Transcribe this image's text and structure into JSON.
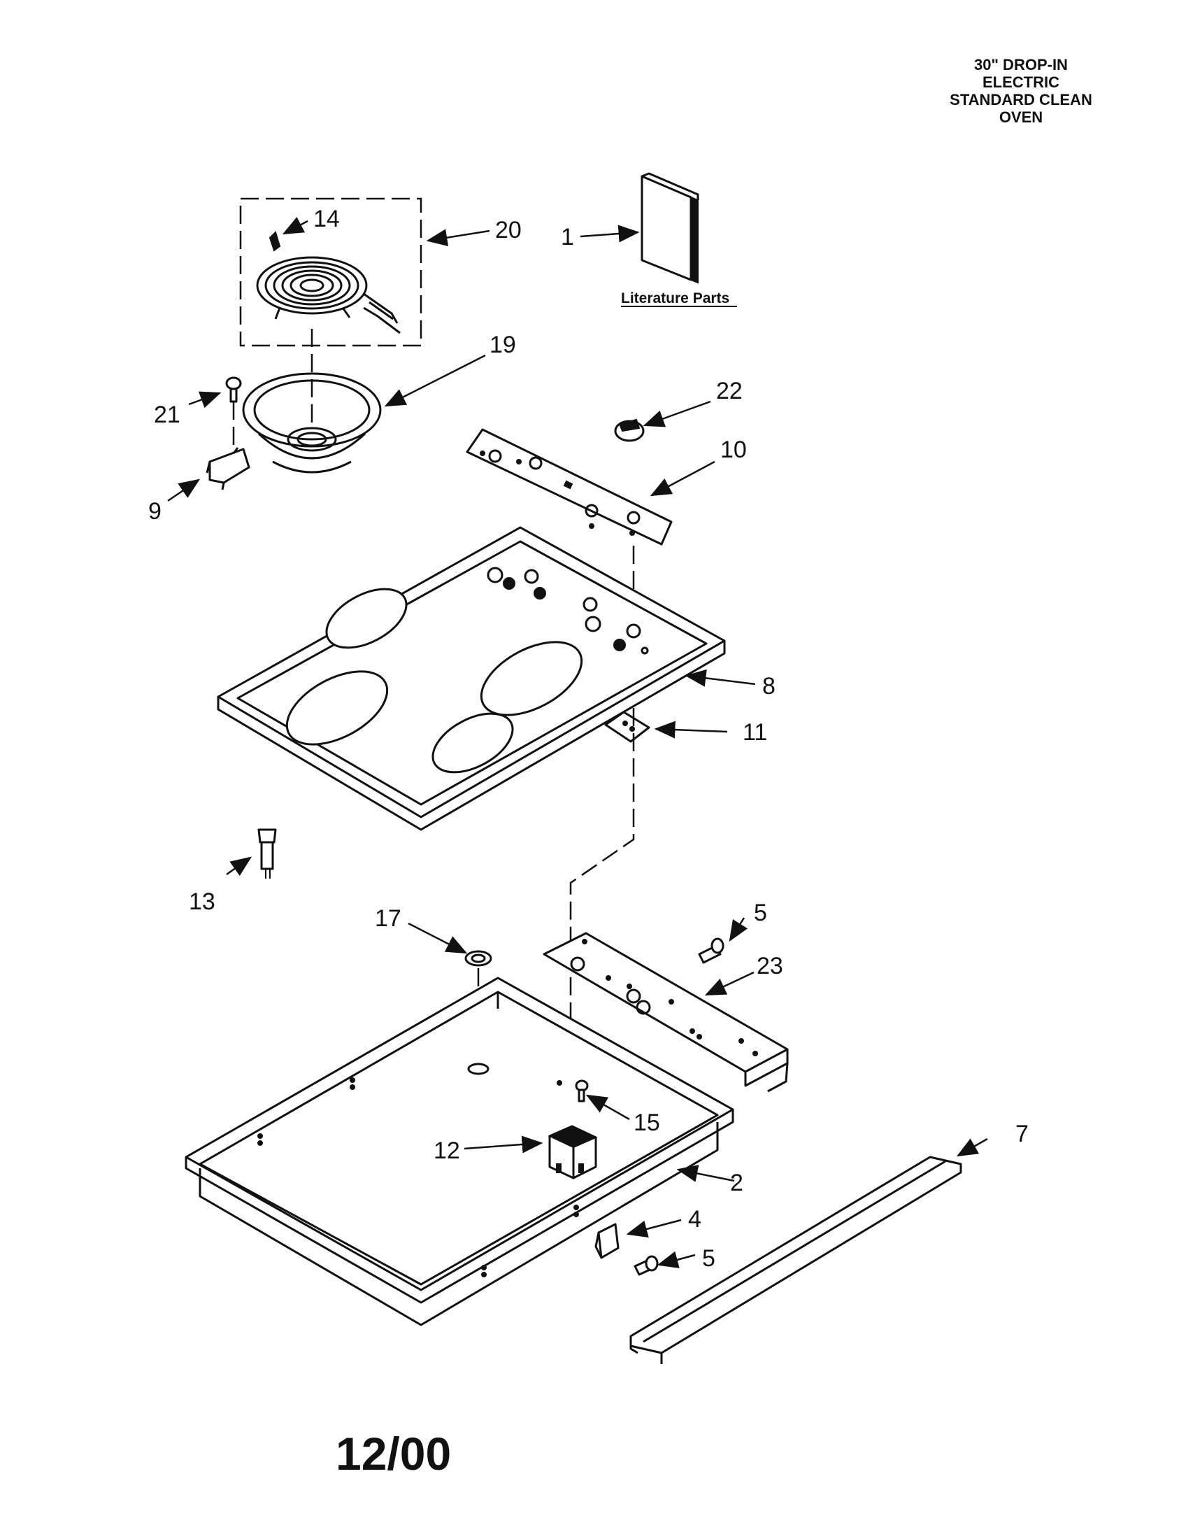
{
  "header": {
    "line1": "30\" DROP-IN",
    "line2": "ELECTRIC",
    "line3": "STANDARD CLEAN",
    "line4": "OVEN"
  },
  "literature_label": "Literature Parts",
  "date": "12/00",
  "callouts": {
    "c1": "1",
    "c2": "2",
    "c4": "4",
    "c5a": "5",
    "c5b": "5",
    "c7": "7",
    "c8": "8",
    "c9": "9",
    "c10": "10",
    "c11": "11",
    "c12": "12",
    "c13": "13",
    "c14": "14",
    "c15": "15",
    "c17": "17",
    "c19": "19",
    "c20": "20",
    "c21": "21",
    "c22": "22",
    "c23": "23"
  }
}
